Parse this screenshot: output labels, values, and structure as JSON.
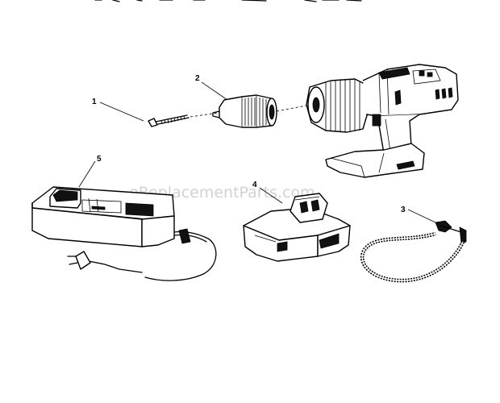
{
  "watermark": "eReplacementParts.com",
  "parts": [
    {
      "number": "1",
      "icon": "screw-icon"
    },
    {
      "number": "2",
      "icon": "chuck-icon"
    },
    {
      "number": "3",
      "icon": "wrist-strap-icon"
    },
    {
      "number": "4",
      "icon": "battery-pack-icon"
    },
    {
      "number": "5",
      "icon": "charger-icon"
    }
  ],
  "colors": {
    "line": "#000000",
    "watermark": "#c8c8c8",
    "background": "#ffffff"
  }
}
